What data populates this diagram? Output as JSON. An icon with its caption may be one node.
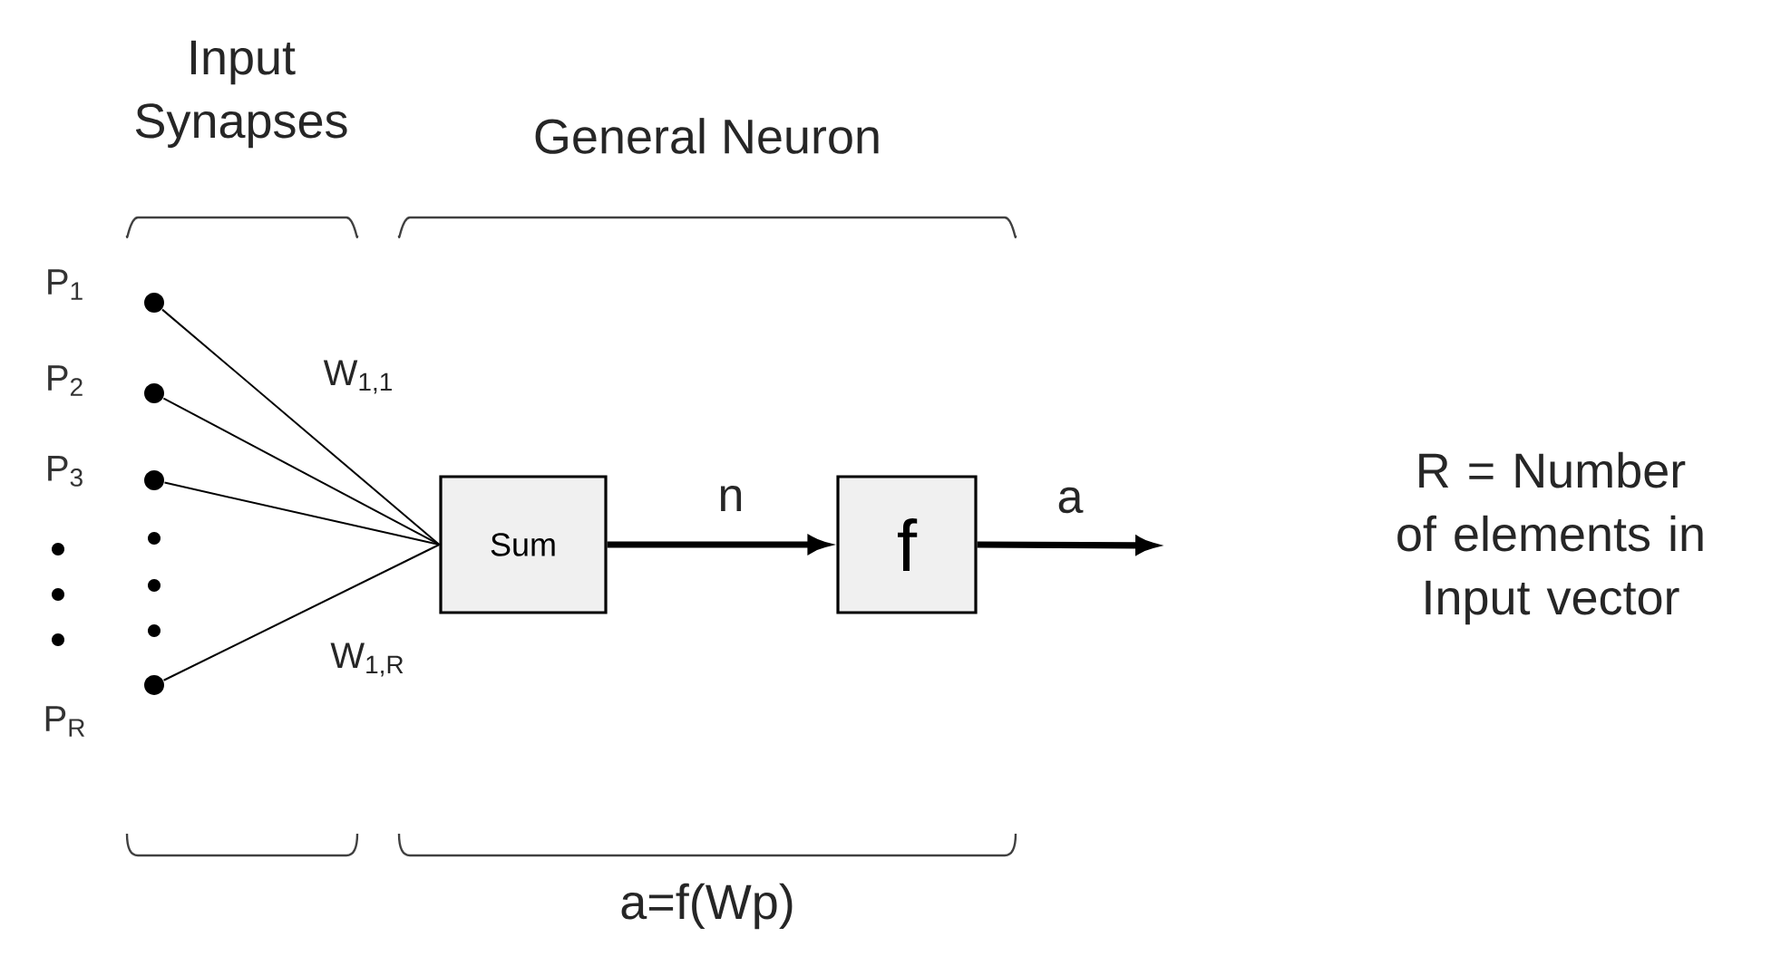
{
  "diagram": {
    "nodes": [
      {
        "text": [],
        "shape": "circle",
        "beside": [
          "P$_{1}$"
        ]
      },
      {
        "text": [],
        "shape": "circle",
        "beside": [
          "P$_{2}$"
        ]
      },
      {
        "text": [],
        "shape": "circle",
        "beside": [
          "P$_{3}$"
        ]
      },
      {
        "text": [],
        "shape": "circle",
        "beside": [
          "P$_{R}$"
        ]
      },
      {
        "text": [
          "Sum"
        ]
      },
      {
        "text": [
          "f"
        ]
      }
    ],
    "edges": [
      {
        "from": 0,
        "to": 4,
        "arrow": "none",
        "label": "W$_{1,1}$"
      },
      {
        "from": 1,
        "to": 4,
        "arrow": "none"
      },
      {
        "from": 2,
        "to": 4,
        "arrow": "none"
      },
      {
        "from": 3,
        "to": 4,
        "arrow": "none",
        "label": "W$_{1,R}$"
      },
      {
        "from": 4,
        "to": 5,
        "arrow": "to",
        "label": "n",
        "style": "thick"
      },
      {
        "from": 5,
        "to": null,
        "arrow": "to",
        "label": "a",
        "style": "thick"
      }
    ],
    "labels": [
      "Input Synapses",
      "General Neuron",
      "a=f(Wp)",
      "R = Number of elements in Input vector"
    ]
  }
}
